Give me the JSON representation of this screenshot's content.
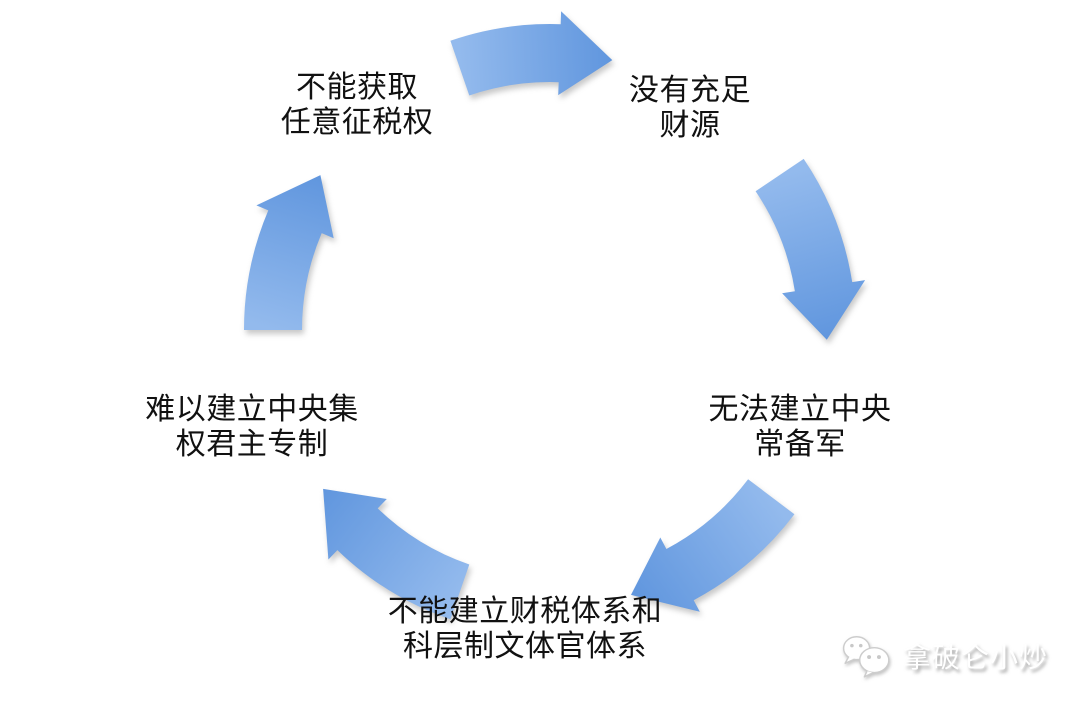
{
  "diagram": {
    "type": "cycle",
    "direction": "clockwise",
    "nodes": [
      {
        "id": "no-arbitrary-tax-power",
        "lines": [
          "不能获取",
          "任意征税权"
        ]
      },
      {
        "id": "no-sufficient-revenue",
        "lines": [
          "没有充足",
          "财源"
        ]
      },
      {
        "id": "no-central-standing-army",
        "lines": [
          "无法建立中央",
          "常备军"
        ]
      },
      {
        "id": "no-fiscal-bureaucratic-system",
        "lines": [
          "不能建立财税体系和",
          "科层制文体官体系"
        ]
      },
      {
        "id": "no-centralized-absolute-monarchy",
        "lines": [
          "难以建立中央集",
          "权君主专制"
        ]
      }
    ],
    "arrows": [
      {
        "from": "no-arbitrary-tax-power",
        "to": "no-sufficient-revenue"
      },
      {
        "from": "no-sufficient-revenue",
        "to": "no-central-standing-army"
      },
      {
        "from": "no-central-standing-army",
        "to": "no-fiscal-bureaucratic-system"
      },
      {
        "from": "no-fiscal-bureaucratic-system",
        "to": "no-centralized-absolute-monarchy"
      },
      {
        "from": "no-centralized-absolute-monarchy",
        "to": "no-arbitrary-tax-power"
      }
    ],
    "arrow_style": {
      "gradient_start": "#93BAED",
      "gradient_end": "#6096DE"
    },
    "text_color": "#111111",
    "background": "#ffffff"
  },
  "watermark": {
    "icon": "wechat-icon",
    "label": "拿破仑小炒",
    "color": "#ffffff"
  }
}
